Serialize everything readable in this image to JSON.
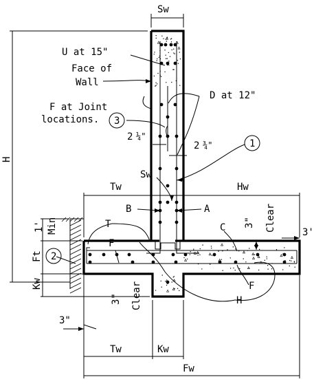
{
  "labels": {
    "sw_top": "Sw",
    "u_bars": "U at 15\"",
    "face_of_wall_1": "Face of",
    "face_of_wall_2": "Wall",
    "d_bars": "D at 12\"",
    "f_joint_1": "F at Joint",
    "f_joint_2": "locations.",
    "callout_3": "3",
    "dim_2_quarter_whole": "2",
    "dim_2_quarter_frac": "¼\"",
    "dim_2_three_quarter_whole": "2",
    "dim_2_three_quarter_frac": "¾\"",
    "callout_1": "1",
    "sw_mid": "Sw",
    "h_dim": "H",
    "tw_top": "Tw",
    "hw_top": "Hw",
    "b_bar": "B",
    "a_bar": "A",
    "one_foot": "1'",
    "min": "Min",
    "t_bar": "T",
    "c_bar": "C",
    "three_in_right": "3\"",
    "clear_right": "Clear",
    "three_prime_right": "3'",
    "f_bar_left": "F",
    "ft_dim": "Ft",
    "callout_2": "2",
    "f_bar_right": "F",
    "kw_left": "Kw",
    "three_in_key": "3\"",
    "clear_key": "Clear",
    "three_in_bottom": "3\"",
    "h_bar": "H",
    "tw_bottom": "Tw",
    "kw_bottom": "Kw",
    "fw_bottom": "Fw"
  },
  "colors": {
    "line": "#000000",
    "background": "#ffffff"
  }
}
